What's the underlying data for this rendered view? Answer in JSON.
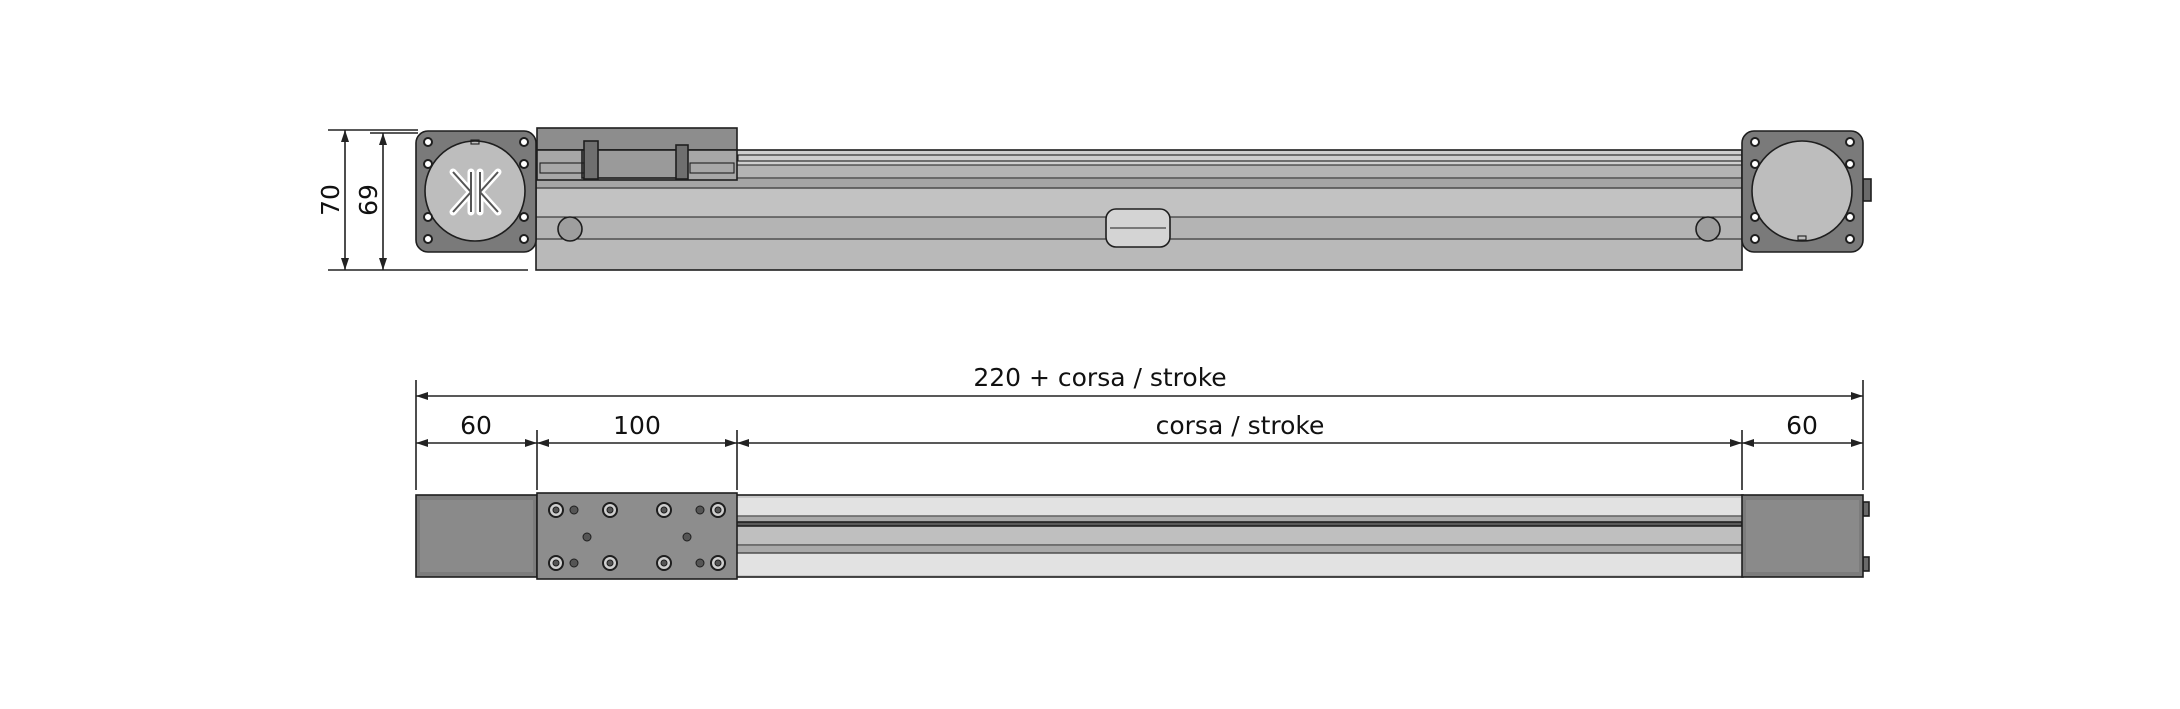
{
  "dimensions": {
    "height_total": "70",
    "height_inner": "69",
    "overall_length": "220 + corsa / stroke",
    "left_end": "60",
    "carriage": "100",
    "stroke": "corsa / stroke",
    "right_end": "60"
  },
  "logo": {
    "text": "KK"
  },
  "colors": {
    "profile": "#b4b4b4",
    "profile_light": "#d2d2d2",
    "end_cap": "#7a7a7a",
    "end_cap_dark": "#6a6a6a",
    "disc": "#bdbdbd",
    "carriage": "#8d8d8d",
    "line": "#1e1e1e"
  }
}
